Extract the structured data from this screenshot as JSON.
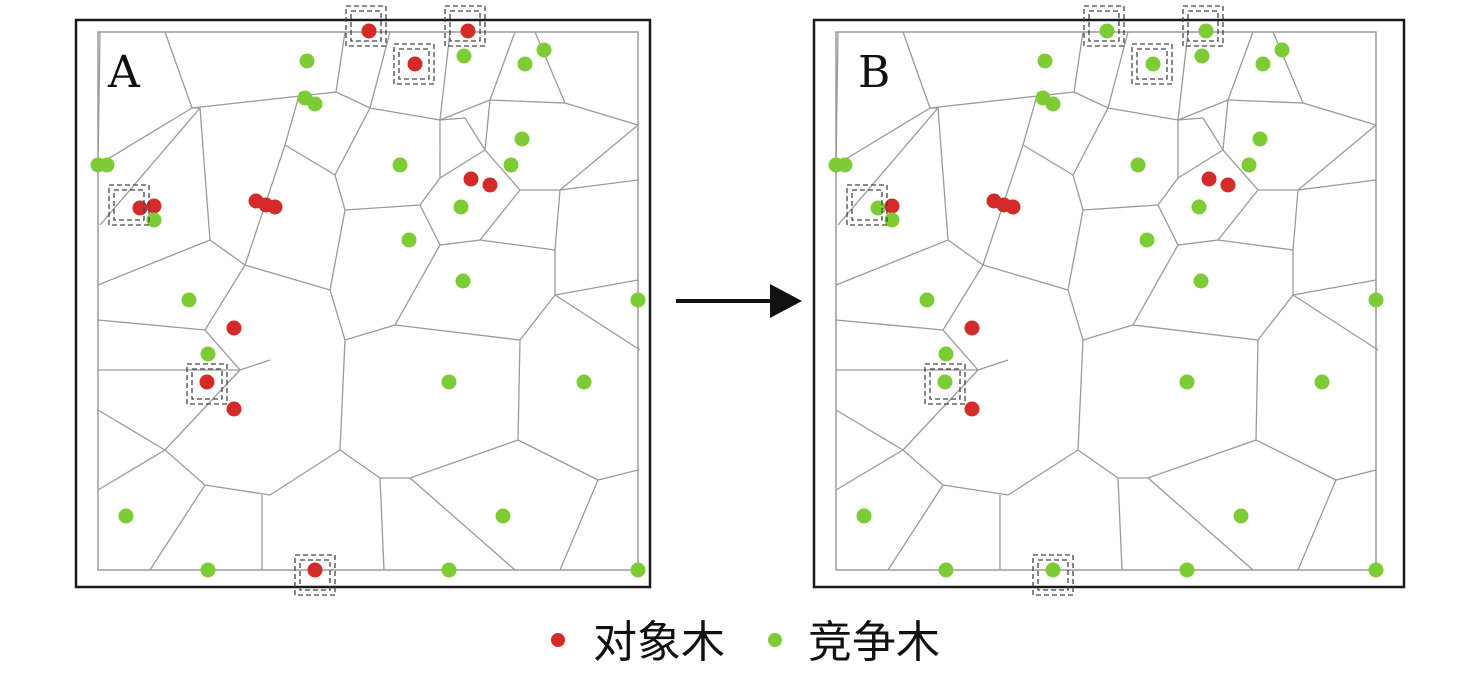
{
  "panels": [
    {
      "label": "A"
    },
    {
      "label": "B"
    }
  ],
  "legend": {
    "subject_tree": "对象木",
    "competitor_tree": "竞争木"
  },
  "colors": {
    "subject_tree": "#d42a2a",
    "competitor_tree": "#7dcc35",
    "frame": "#1a1a1a",
    "cell_edge": "#9a9a9a"
  },
  "icons": {
    "transition_arrow": "arrow-right-icon",
    "highlight_marker": "dashed-square-icon"
  }
}
